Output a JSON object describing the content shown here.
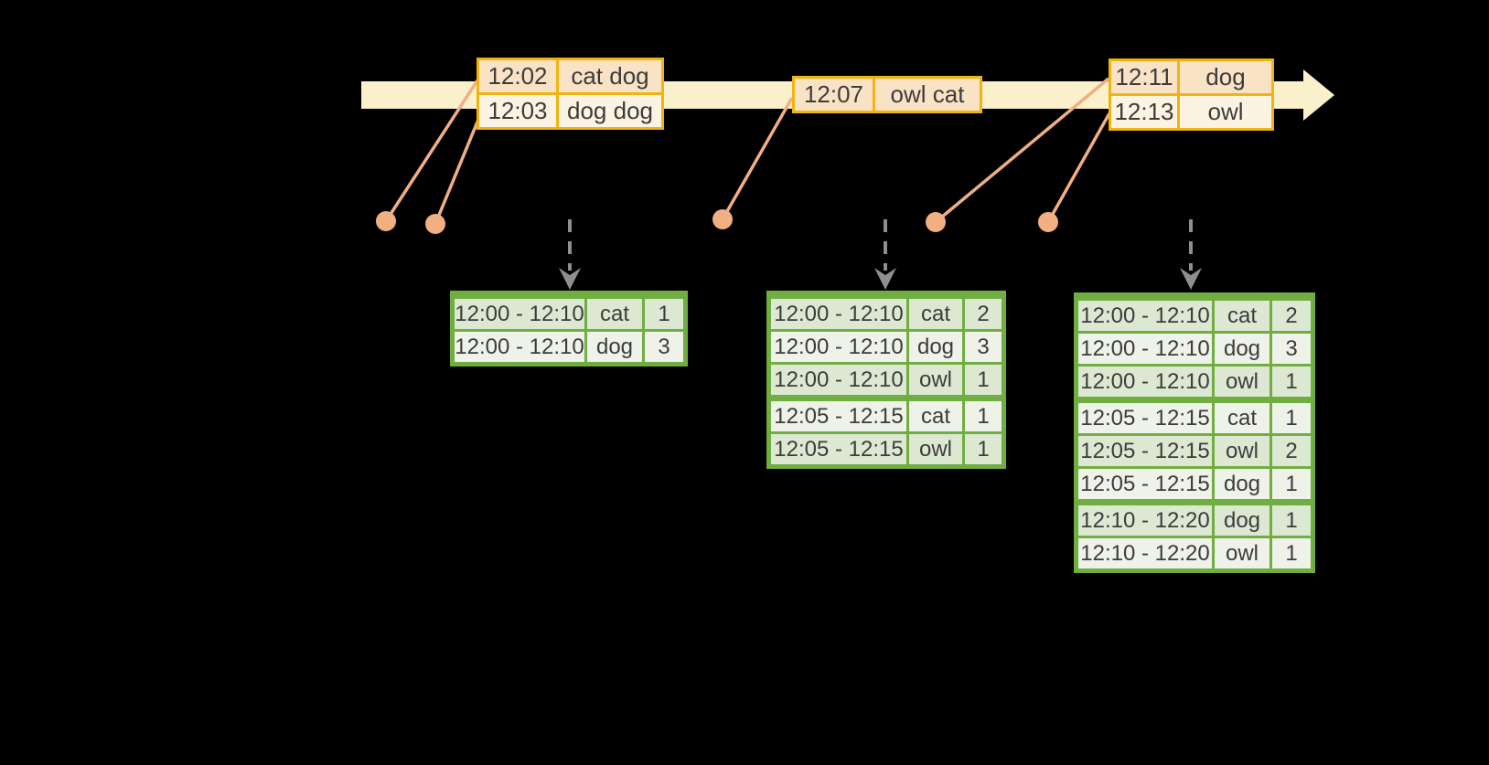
{
  "colors": {
    "bg": "#000000",
    "band": "#FBF0CC",
    "oborder": "#F0B410",
    "odark": "#FAE2C4",
    "olight": "#FDF3E3",
    "salmon": "#F1AF82",
    "gborder": "#70AE41",
    "gdark": "#DDE8D3",
    "glight": "#EEF2E9",
    "gray": "#8F8F8F",
    "text": "#3C3C3C"
  },
  "event_tables": [
    {
      "rows": [
        {
          "time": "12:02",
          "words": "cat dog"
        },
        {
          "time": "12:03",
          "words": "dog dog"
        }
      ]
    },
    {
      "rows": [
        {
          "time": "12:07",
          "words": "owl cat"
        }
      ]
    },
    {
      "rows": [
        {
          "time": "12:11",
          "words": "dog"
        },
        {
          "time": "12:13",
          "words": "owl"
        }
      ]
    }
  ],
  "result_tables": [
    {
      "rows": [
        {
          "window": "12:00 - 12:10",
          "word": "cat",
          "count": "1"
        },
        {
          "window": "12:00 - 12:10",
          "word": "dog",
          "count": "3"
        }
      ]
    },
    {
      "rows": [
        {
          "window": "12:00 - 12:10",
          "word": "cat",
          "count": "2"
        },
        {
          "window": "12:00 - 12:10",
          "word": "dog",
          "count": "3"
        },
        {
          "window": "12:00 - 12:10",
          "word": "owl",
          "count": "1"
        },
        {
          "window": "12:05 - 12:15",
          "word": "cat",
          "count": "1"
        },
        {
          "window": "12:05 - 12:15",
          "word": "owl",
          "count": "1"
        }
      ]
    },
    {
      "rows": [
        {
          "window": "12:00 - 12:10",
          "word": "cat",
          "count": "2"
        },
        {
          "window": "12:00 - 12:10",
          "word": "dog",
          "count": "3"
        },
        {
          "window": "12:00 - 12:10",
          "word": "owl",
          "count": "1"
        },
        {
          "window": "12:05 - 12:15",
          "word": "cat",
          "count": "1"
        },
        {
          "window": "12:05 - 12:15",
          "word": "owl",
          "count": "2"
        },
        {
          "window": "12:05 - 12:15",
          "word": "dog",
          "count": "1"
        },
        {
          "window": "12:10 - 12:20",
          "word": "dog",
          "count": "1"
        },
        {
          "window": "12:10 - 12:20",
          "word": "owl",
          "count": "1"
        }
      ]
    }
  ]
}
